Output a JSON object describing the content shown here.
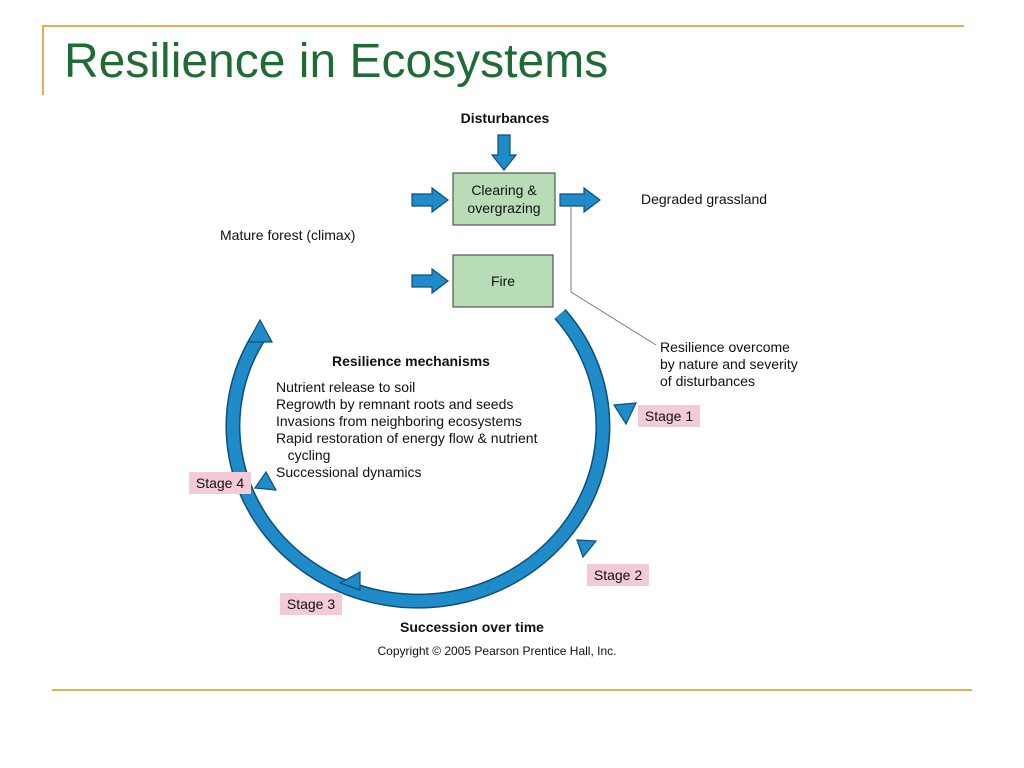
{
  "title": "Resilience in Ecosystems",
  "diagram": {
    "disturbances": "Disturbances",
    "box_clearing": [
      "Clearing &",
      "overgrazing"
    ],
    "box_fire": "Fire",
    "degraded": "Degraded grassland",
    "mature_forest": "Mature forest (climax)",
    "resilience_overcome": [
      "Resilience overcome",
      "by nature and severity",
      "of disturbances"
    ],
    "mechanisms_title": "Resilience mechanisms",
    "mechanisms": [
      "Nutrient release to soil",
      "Regrowth by remnant roots and seeds",
      "Invasions from neighboring ecosystems",
      "Rapid restoration of energy flow & nutrient",
      "   cycling",
      "Successional dynamics"
    ],
    "stages": [
      "Stage 1",
      "Stage 2",
      "Stage 3",
      "Stage 4"
    ],
    "succession": "Succession over time",
    "copyright": "Copyright © 2005 Pearson Prentice Hall, Inc."
  },
  "colors": {
    "title": "#1e6b35",
    "accent_line": "#e0b04a",
    "box_fill": "#b7dcb6",
    "arrow_blue": "#1f8bc8",
    "stage_label_bg": "#f2cbd7"
  }
}
